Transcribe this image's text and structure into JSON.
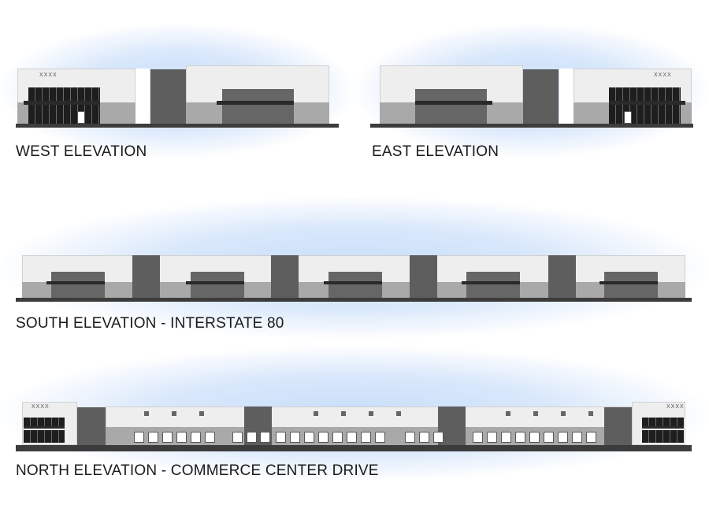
{
  "elevations": [
    {
      "label": "WEST ELEVATION",
      "sign": "XXXX"
    },
    {
      "label": "EAST ELEVATION",
      "sign": "XXXX"
    },
    {
      "label": "SOUTH ELEVATION - INTERSTATE 80"
    },
    {
      "label": "NORTH ELEVATION - COMMERCE CENTER DRIVE",
      "sign_left": "XXXX",
      "sign_right": "XXXX"
    }
  ],
  "colors": {
    "sky_glow": "#c8defa",
    "wall": "#eeeeee",
    "lower_wall": "#a9a9a9",
    "tower": "#5e5e5e",
    "ground": "#3c3c3c"
  }
}
